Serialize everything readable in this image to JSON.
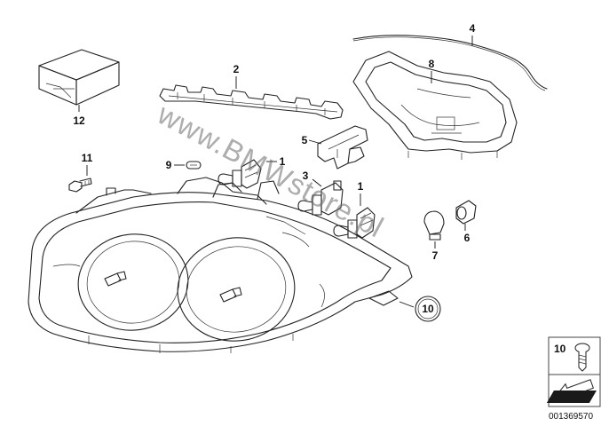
{
  "watermark": "www.BMWstore.pl",
  "diagram_id": "001369570",
  "legend": {
    "number": "10"
  },
  "callouts": {
    "c1a": "1",
    "c1b": "1",
    "c2": "2",
    "c3": "3",
    "c4": "4",
    "c5": "5",
    "c6": "6",
    "c7": "7",
    "c8": "8",
    "c9": "9",
    "c10": "10",
    "c11": "11",
    "c12": "12"
  }
}
